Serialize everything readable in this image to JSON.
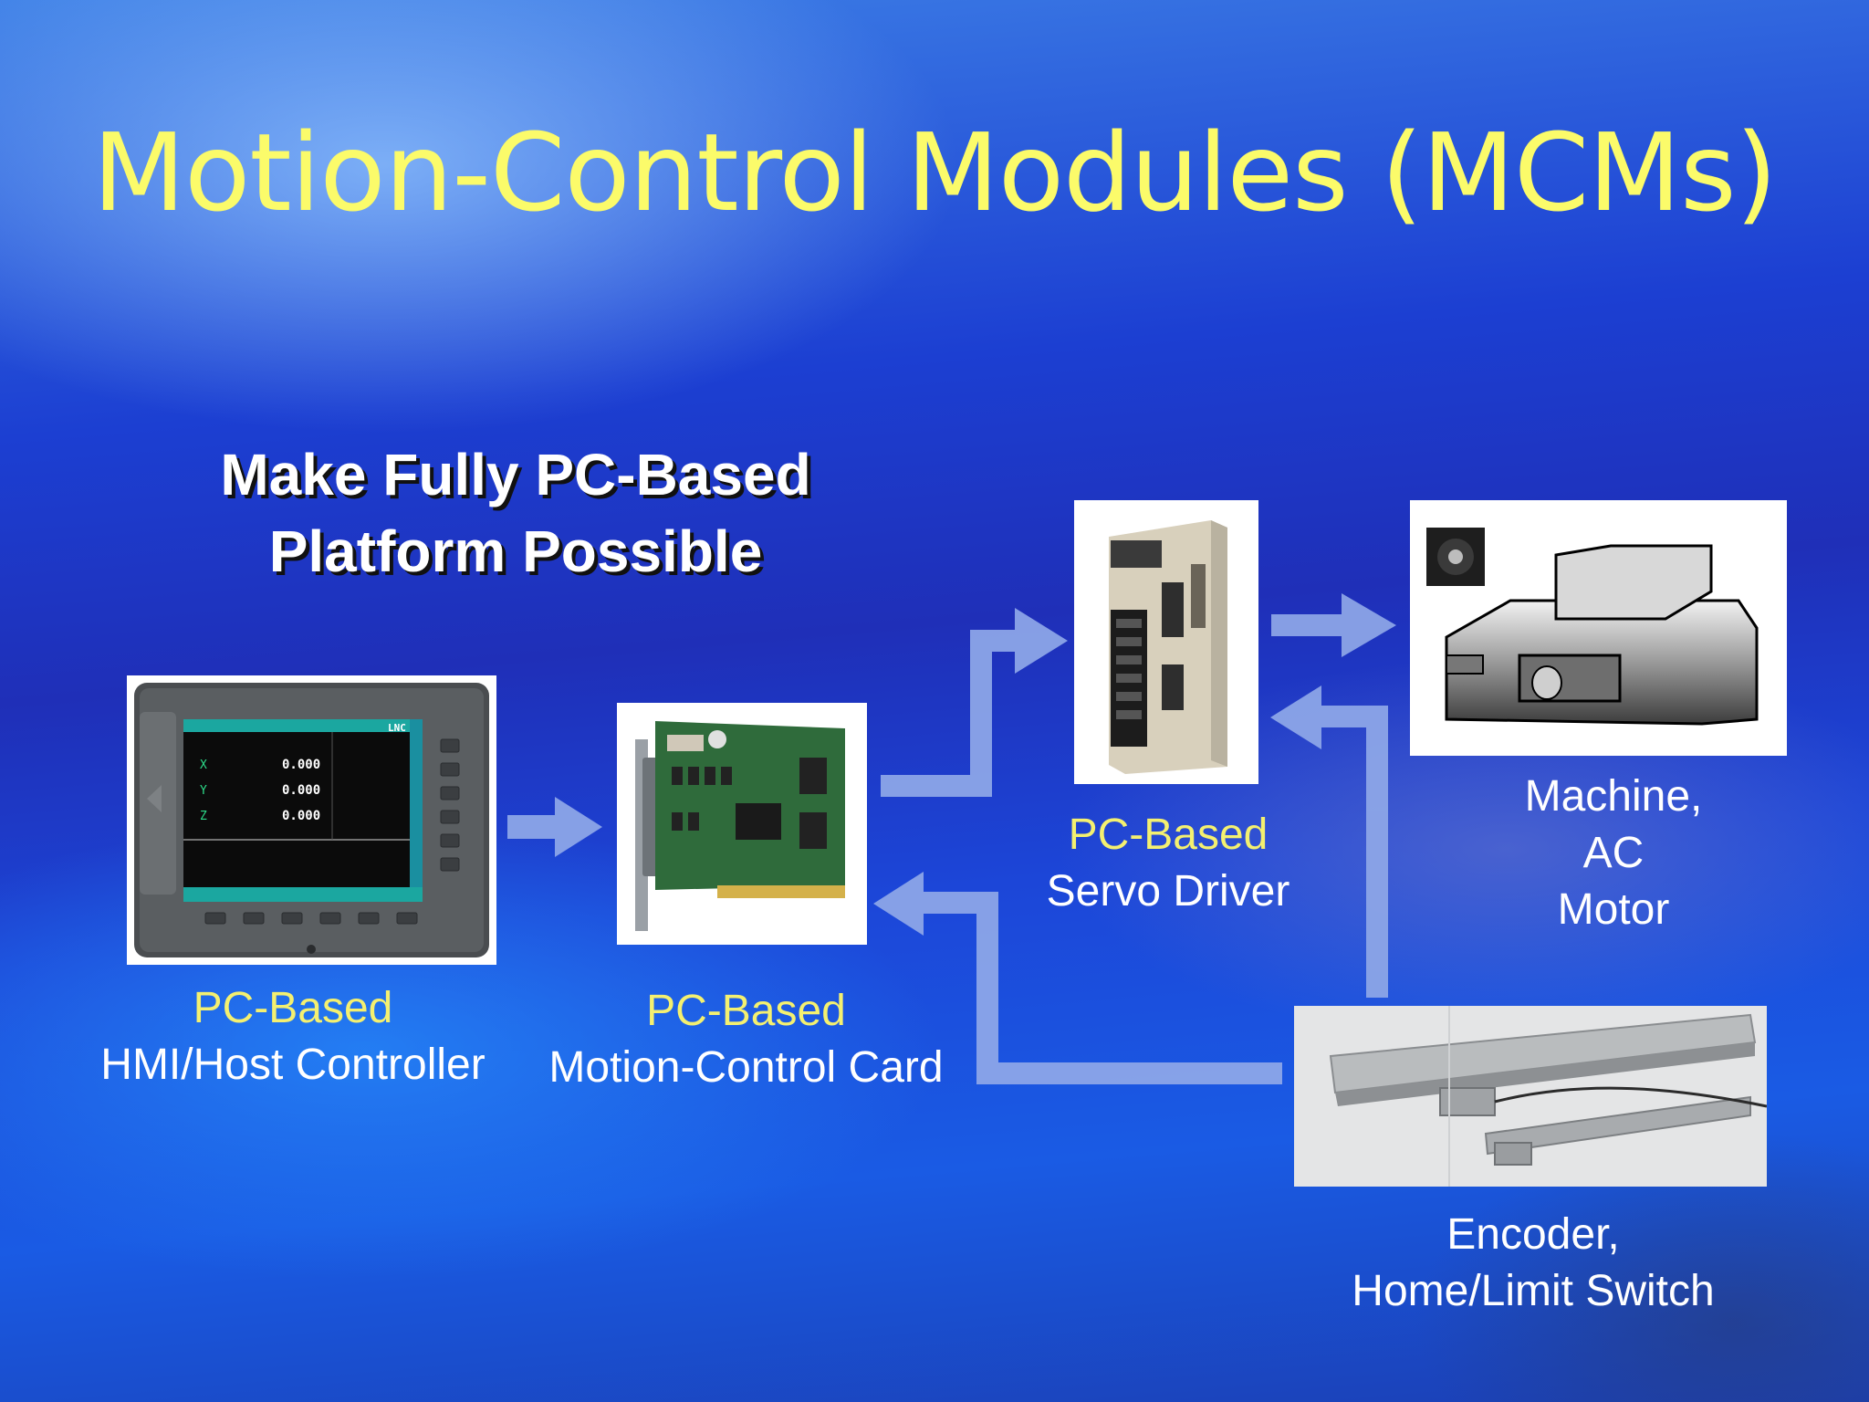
{
  "slide": {
    "title": "Motion-Control Modules (MCMs)",
    "subtitle": [
      "Make Fully PC-Based",
      "Platform Possible"
    ]
  },
  "nodes": {
    "hmi": {
      "line1": "PC-Based",
      "line2": "HMI/Host Controller",
      "screen": {
        "brand": "LNC",
        "axes": [
          "X",
          "Y",
          "Z"
        ],
        "values": [
          "0.000",
          "0.000",
          "0.000"
        ]
      }
    },
    "card": {
      "line1": "PC-Based",
      "line2": "Motion-Control Card"
    },
    "servo": {
      "line1": "PC-Based",
      "line2": "Servo Driver"
    },
    "machine": {
      "line1": "Machine,",
      "line2": "AC",
      "line3": "Motor"
    },
    "encoder": {
      "line1": "Encoder,",
      "line2": "Home/Limit Switch"
    }
  },
  "colors": {
    "title": "#fbfb6a",
    "label_yellow": "#f4f070",
    "arrow": "#8fa8e8"
  }
}
